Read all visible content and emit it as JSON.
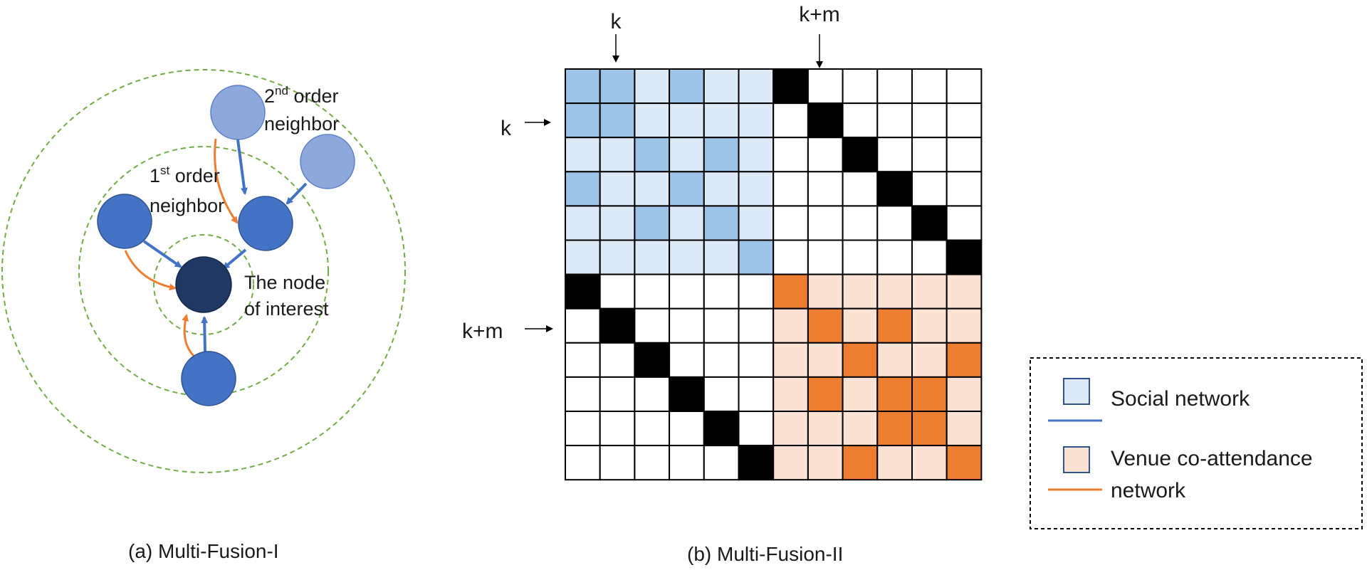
{
  "panel_a": {
    "caption": "(a) Multi-Fusion-I",
    "second_order_label": {
      "base": "2",
      "sup": "nd",
      "rest": " order",
      "line2": "neighbor"
    },
    "first_order_label": {
      "base": "1",
      "sup": "st",
      "rest": " order",
      "line2": "neighbor"
    },
    "node_of_interest_label": {
      "line1": "The node",
      "line2": "of interest"
    }
  },
  "panel_b": {
    "caption": "(b) Multi-Fusion-II",
    "top_label_k": "k",
    "top_label_km": "k+m",
    "left_label_k": "k",
    "left_label_km": "k+m",
    "grid_size": 12,
    "block_size": 6,
    "social_dark_cells": [
      [
        0,
        0
      ],
      [
        0,
        1
      ],
      [
        0,
        3
      ],
      [
        1,
        0
      ],
      [
        1,
        1
      ],
      [
        2,
        2
      ],
      [
        2,
        4
      ],
      [
        3,
        0
      ],
      [
        3,
        3
      ],
      [
        4,
        2
      ],
      [
        4,
        4
      ],
      [
        5,
        5
      ]
    ],
    "venue_dark_cells": [
      [
        6,
        6
      ],
      [
        7,
        7
      ],
      [
        7,
        9
      ],
      [
        8,
        8
      ],
      [
        8,
        11
      ],
      [
        9,
        7
      ],
      [
        9,
        9
      ],
      [
        9,
        10
      ],
      [
        10,
        9
      ],
      [
        10,
        10
      ],
      [
        11,
        8
      ],
      [
        11,
        11
      ]
    ],
    "colors": {
      "social_light": "#dde9f6",
      "social_dark": "#9dc3e6",
      "venue_light": "#fbe2d5",
      "venue_dark": "#ed7d31",
      "identity": "#000000",
      "empty": "#ffffff"
    }
  },
  "legend": {
    "social_label": "Social network",
    "venue_label_line1": "Venue co-attendance",
    "venue_label_line2": "network",
    "social_color": "#4472c4",
    "venue_color": "#ed7d31"
  },
  "colors": {
    "ring": "#70ad47",
    "node_light": "#8fa8dc",
    "node_mid": "#4472c4",
    "node_dark": "#1f3864",
    "edge_social": "#4472c4",
    "edge_venue": "#ed7d31"
  }
}
